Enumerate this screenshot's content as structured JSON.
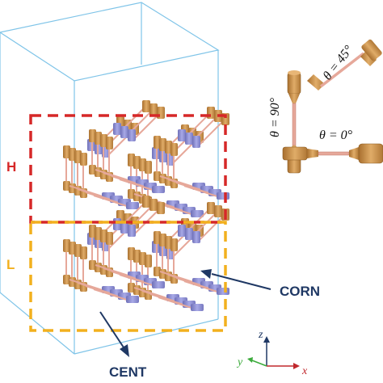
{
  "regions": {
    "high_label": "H",
    "low_label": "L",
    "high_color": "#d62828",
    "low_color": "#f2b01e"
  },
  "callouts": {
    "corner": "CORN",
    "center": "CENT",
    "text_color": "#1f3864"
  },
  "orientations": {
    "vertical": "θ = 90°",
    "diagonal": "θ = 45°",
    "horizontal": "θ = 0°"
  },
  "axes": {
    "z": "z",
    "y": "y",
    "x": "x",
    "z_color": "#1f3864",
    "y_color": "#3cab3c",
    "x_color": "#c0282d"
  },
  "colors": {
    "box_edge": "#7fc4e8",
    "strut_copper": "#d39a52",
    "strut_blue": "#8e8fd6",
    "rod": "#e6a89a"
  }
}
